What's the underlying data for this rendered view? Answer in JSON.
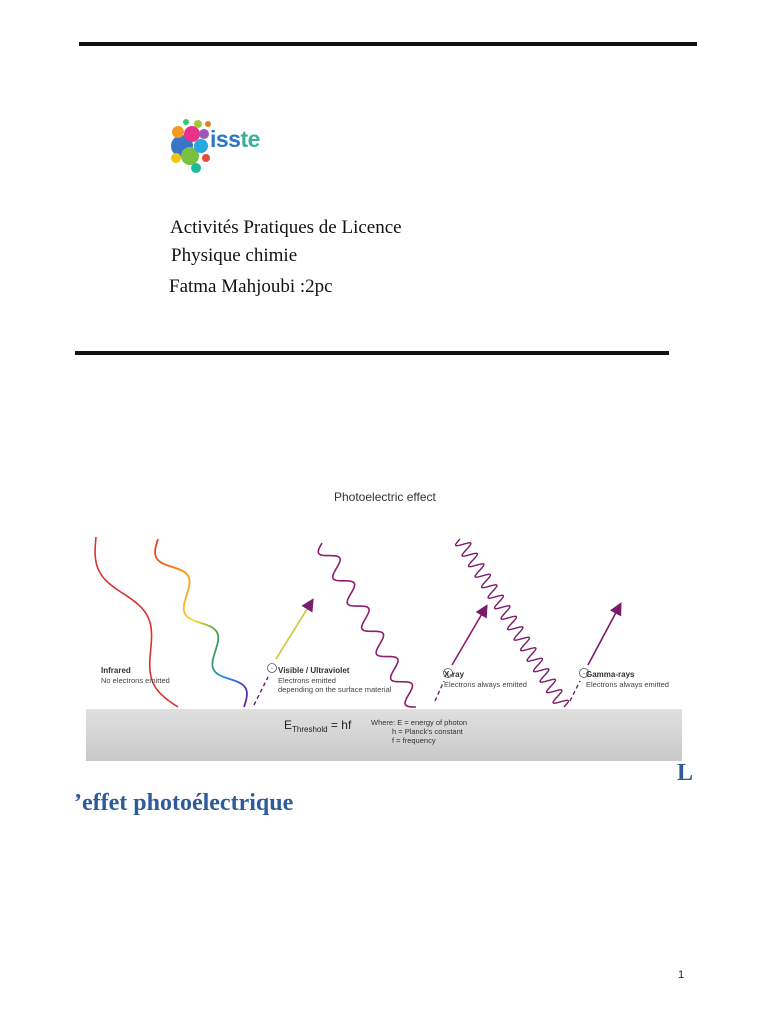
{
  "logo": {
    "text_a": "iss",
    "text_b": "te"
  },
  "meta": {
    "line1": "Activités Pratiques de Licence",
    "line2": "Physique chimie",
    "line3": "Fatma Mahjoubi :2pc"
  },
  "figure": {
    "title": "Photoelectric effect",
    "labels": {
      "infrared": "Infrared",
      "infrared_sub": "No electrons emitted",
      "visible": "Visible / Ultraviolet",
      "visible_sub1": "Electrons emitted",
      "visible_sub2": "depending on the surface material",
      "xray": "X-ray",
      "xray_sub": "Electrons always emitted",
      "gamma": "Gamma-rays",
      "gamma_sub": "Electrons always emitted"
    },
    "formula": {
      "e": "E",
      "sub": "Threshold",
      "rhs": " = hf",
      "where1": "Where: E = energy of photon",
      "where2": "h = Planck's constant",
      "where3": "f = frequency"
    },
    "colors": {
      "infrared": "#d8332f",
      "xray": "#8e1e6c",
      "gamma": "#7a1a6a",
      "surface": "#d9d9d9"
    }
  },
  "heading": {
    "first_letter": "L",
    "rest": "’effet photoélectrique"
  },
  "page_number": "1"
}
